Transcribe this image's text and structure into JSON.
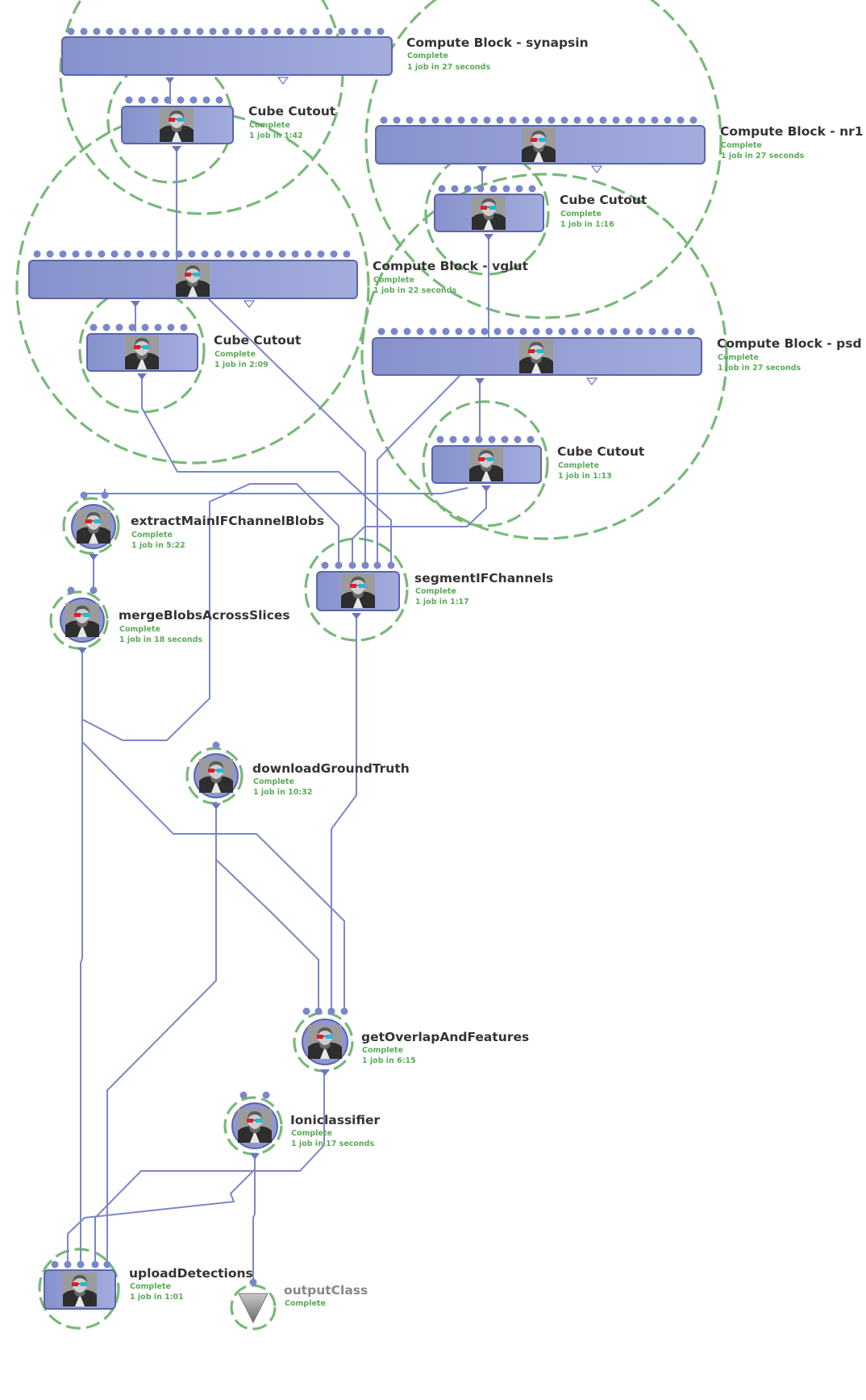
{
  "colors": {
    "wire": "#7a87c8",
    "block_fill": "#8e98cf",
    "block_stroke": "#5a66a8",
    "dash_ring": "#79b879",
    "title": "#333333",
    "status": "#5aaa5a"
  },
  "icons": {
    "module": "scientist-3d-glasses-icon",
    "output": "triangle-output-icon"
  },
  "nodes": [
    {
      "id": "cb-synapsin",
      "title": "Compute Block - synapsin",
      "status": "Complete",
      "stat": "1 job in 27 seconds"
    },
    {
      "id": "cc-synapsin",
      "title": "Cube Cutout",
      "status": "Complete",
      "stat": "1 job in 1:42"
    },
    {
      "id": "cb-nr1",
      "title": "Compute Block - nr1",
      "status": "Complete",
      "stat": "1 job in 27 seconds"
    },
    {
      "id": "cc-nr1",
      "title": "Cube Cutout",
      "status": "Complete",
      "stat": "1 job in 1:16"
    },
    {
      "id": "cb-vglut",
      "title": "Compute Block - vglut",
      "status": "Complete",
      "stat": "1 job in 22 seconds"
    },
    {
      "id": "cc-vglut",
      "title": "Cube Cutout",
      "status": "Complete",
      "stat": "1 job in 2:09"
    },
    {
      "id": "cb-psd",
      "title": "Compute Block - psd",
      "status": "Complete",
      "stat": "1 job in 27 seconds"
    },
    {
      "id": "cc-psd",
      "title": "Cube Cutout",
      "status": "Complete",
      "stat": "1 job in 1:13"
    },
    {
      "id": "extract",
      "title": "extractMainIFChannelBlobs",
      "status": "Complete",
      "stat": "1 job in 5:22"
    },
    {
      "id": "segment",
      "title": "segmentIFChannels",
      "status": "Complete",
      "stat": "1 job in 1:17"
    },
    {
      "id": "merge",
      "title": "mergeBlobsAcrossSlices",
      "status": "Complete",
      "stat": "1 job in 18 seconds"
    },
    {
      "id": "download",
      "title": "downloadGroundTruth",
      "status": "Complete",
      "stat": "1 job in 10:32"
    },
    {
      "id": "overlap",
      "title": "getOverlapAndFeatures",
      "status": "Complete",
      "stat": "1 job in 6:15"
    },
    {
      "id": "ioni",
      "title": "Ioniclassifier",
      "status": "Complete",
      "stat": "1 job in 17 seconds"
    },
    {
      "id": "upload",
      "title": "uploadDetections",
      "status": "Complete",
      "stat": "1 job in 1:01"
    },
    {
      "id": "output",
      "title": "outputClass",
      "status": "Complete",
      "stat": ""
    }
  ]
}
